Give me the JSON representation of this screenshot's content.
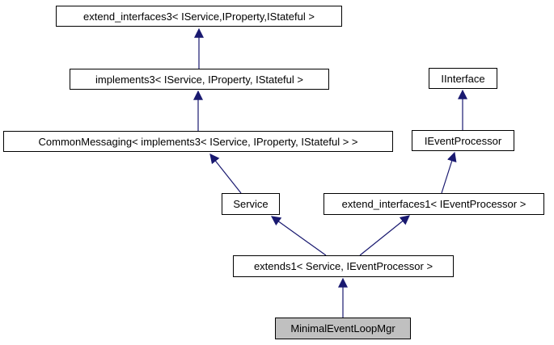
{
  "diagram": {
    "type": "class-inheritance-graph",
    "description": "Inheritance diagram for MinimalEventLoopMgr",
    "colors": {
      "edge": "#191970",
      "node_border": "#000000",
      "node_bg": "#ffffff",
      "highlight_bg": "#c0c0c0",
      "text": "#000000",
      "background": "#ffffff"
    },
    "nodes": [
      {
        "id": "extend_interfaces3",
        "label": "extend_interfaces3< IService,IProperty,IStateful >",
        "highlighted": false
      },
      {
        "id": "implements3",
        "label": "implements3< IService, IProperty, IStateful >",
        "highlighted": false
      },
      {
        "id": "IInterface",
        "label": "IInterface",
        "highlighted": false
      },
      {
        "id": "CommonMessaging",
        "label": "CommonMessaging< implements3< IService, IProperty, IStateful > >",
        "highlighted": false
      },
      {
        "id": "IEventProcessor",
        "label": "IEventProcessor",
        "highlighted": false
      },
      {
        "id": "Service",
        "label": "Service",
        "highlighted": false
      },
      {
        "id": "extend_interfaces1",
        "label": "extend_interfaces1< IEventProcessor >",
        "highlighted": false
      },
      {
        "id": "extends1",
        "label": "extends1< Service, IEventProcessor >",
        "highlighted": false
      },
      {
        "id": "MinimalEventLoopMgr",
        "label": "MinimalEventLoopMgr",
        "highlighted": true
      }
    ],
    "edges": [
      {
        "from": "implements3",
        "to": "extend_interfaces3",
        "relation": "inherits"
      },
      {
        "from": "CommonMessaging",
        "to": "implements3",
        "relation": "inherits"
      },
      {
        "from": "Service",
        "to": "CommonMessaging",
        "relation": "inherits"
      },
      {
        "from": "IEventProcessor",
        "to": "IInterface",
        "relation": "inherits"
      },
      {
        "from": "extend_interfaces1",
        "to": "IEventProcessor",
        "relation": "inherits"
      },
      {
        "from": "extends1",
        "to": "Service",
        "relation": "inherits"
      },
      {
        "from": "extends1",
        "to": "extend_interfaces1",
        "relation": "inherits"
      },
      {
        "from": "MinimalEventLoopMgr",
        "to": "extends1",
        "relation": "inherits"
      }
    ]
  }
}
